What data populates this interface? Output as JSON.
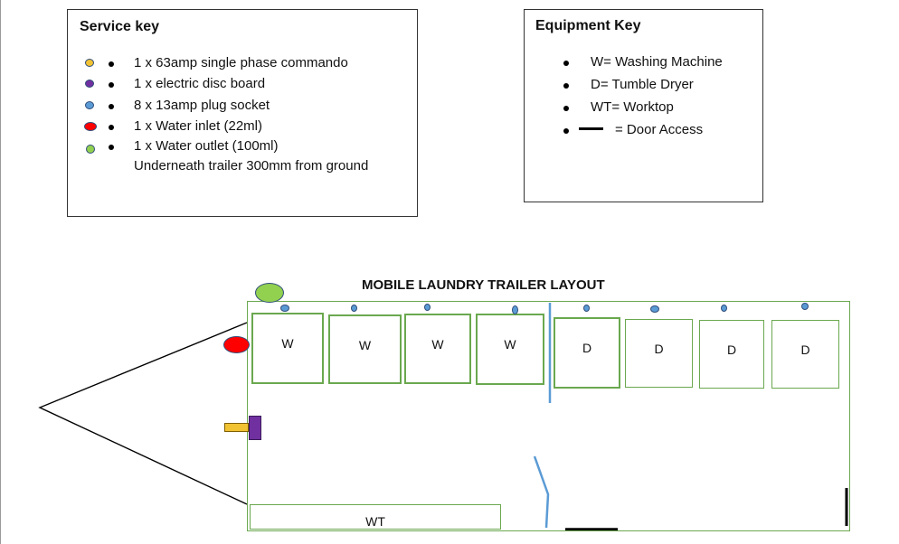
{
  "service_key": {
    "title": "Service key",
    "items": [
      {
        "label": "1 x 63amp single phase commando",
        "color": "#f1c232"
      },
      {
        "label": "1 x electric disc board",
        "color": "#7030a0"
      },
      {
        "label": "8 x 13amp plug socket",
        "color": "#5b9bd5"
      },
      {
        "label": "1 x Water inlet (22ml)",
        "color": "#ff0000"
      },
      {
        "label": "1 x Water outlet (100ml)",
        "color": "#92d050"
      }
    ],
    "note": "Underneath trailer 300mm from ground"
  },
  "equipment_key": {
    "title": "Equipment Key",
    "items": [
      "W= Washing Machine",
      "D= Tumble Dryer",
      "WT= Worktop"
    ],
    "door": "= Door Access"
  },
  "plan": {
    "title": "MOBILE LAUNDRY TRAILER LAYOUT",
    "washers": [
      "W",
      "W",
      "W",
      "W"
    ],
    "dryers": [
      "D",
      "D",
      "D",
      "D"
    ],
    "worktop": "WT"
  },
  "colors": {
    "outline": "#6aa84f",
    "partition": "#5b9bd5",
    "socket": "#5b9bd5",
    "water_inlet": "#ff0000",
    "water_outlet": "#92d050",
    "commando": "#f1c232",
    "disc_board": "#7030a0"
  }
}
